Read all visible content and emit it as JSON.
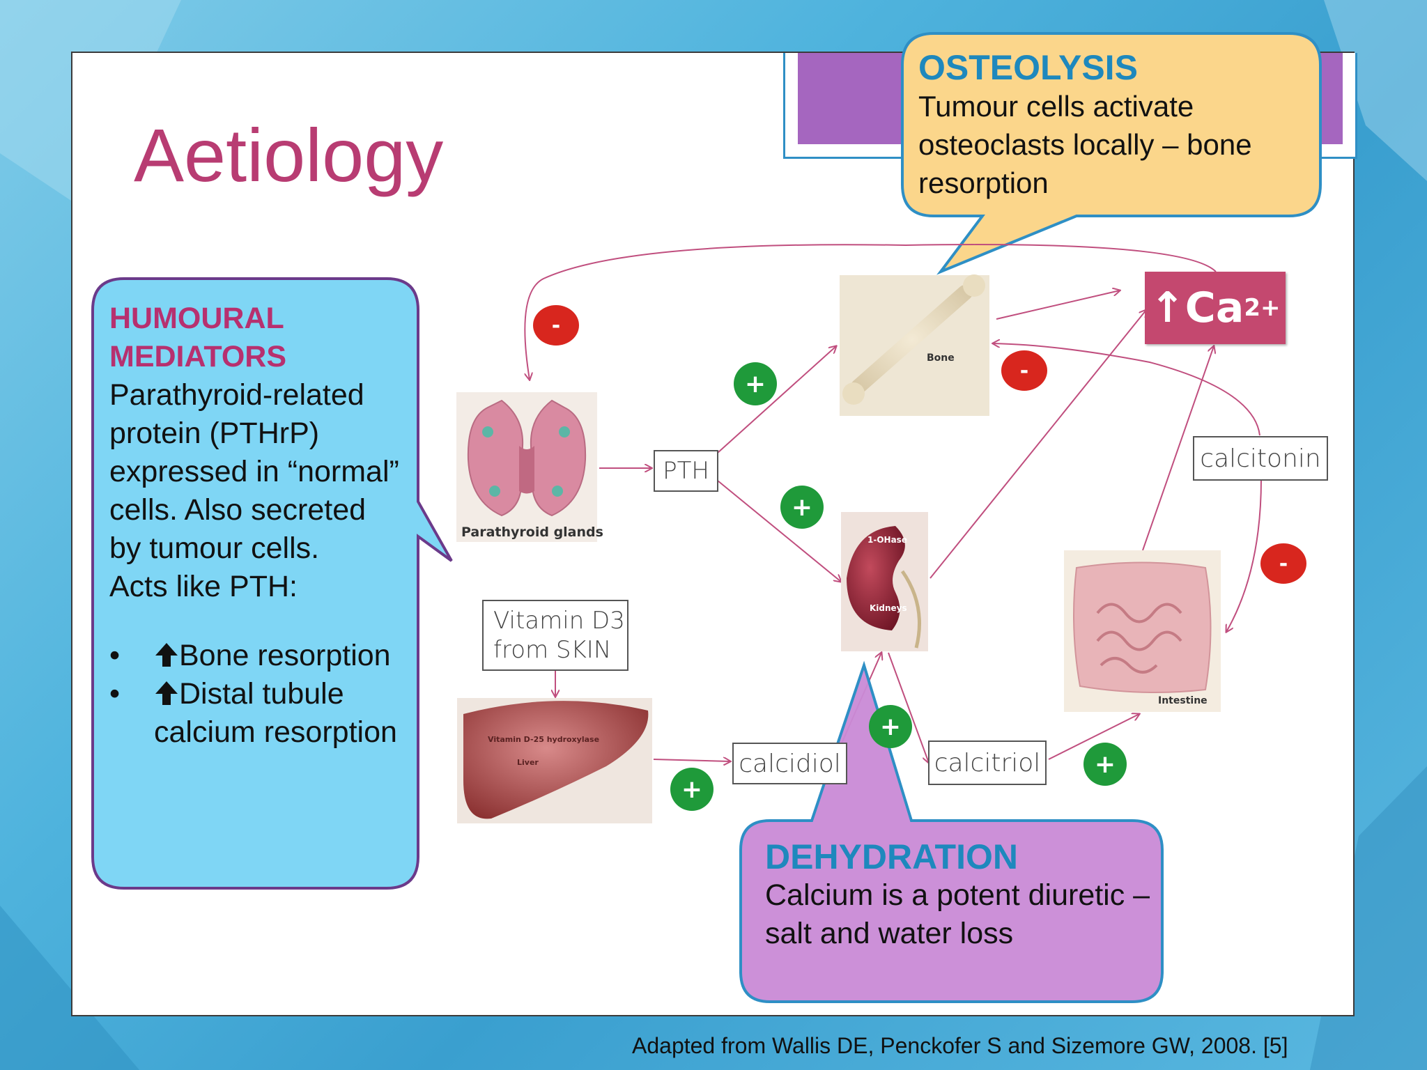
{
  "slide": {
    "title": "Aetiology"
  },
  "humoral": {
    "heading_line1": "HUMOURAL",
    "heading_line2": "MEDIATORS",
    "body": "Parathyroid-related protein (PTHrP) expressed in “normal” cells. Also secreted by tumour cells.",
    "acts_like": "Acts like PTH:",
    "bullets": [
      {
        "bullet": "•",
        "icon": "arrow-up-icon",
        "text": "Bone resorption"
      },
      {
        "bullet": "•",
        "icon": "arrow-up-icon",
        "text": "Distal tubule calcium resorption"
      }
    ]
  },
  "osteolysis": {
    "heading": "OSTEOLYSIS",
    "body": "Tumour cells activate osteoclasts locally – bone resorption"
  },
  "dehydration": {
    "heading": "DEHYDRATION",
    "body": "Calcium is a potent diuretic – salt and water loss"
  },
  "diagram": {
    "pth_label": "PTH",
    "calcitonin_label": "calcitonin",
    "vitd3_line1": "Vitamin D3",
    "vitd3_line2": "from SKIN",
    "calcidiol_label": "calcidiol",
    "calcitriol_label": "calcitriol",
    "ca_arrow": "↑",
    "ca_base": "Ca",
    "ca_charge": "2+",
    "parathyroid_caption": "Parathyroid glands",
    "bone_caption": "Bone",
    "kidney_caption": "Kidneys",
    "kidney_enzyme": "1-OHase",
    "liver_caption": "Liver",
    "liver_enzyme": "Vitamin D-25 hydroxylase",
    "intestine_caption": "Intestine",
    "plus_symbol": "+",
    "minus_symbol": "-"
  },
  "colors": {
    "title": "#b83c72",
    "humoral_bubble": "#7fd6f5",
    "osteolysis_bubble": "#fbd68b",
    "dehydration_bubble": "#c98ad6",
    "callout_heading_blue": "#1e88bd",
    "ca_box": "#c4486f",
    "arrow": "#c04e7e",
    "plus_badge": "#1f9a3a",
    "minus_badge": "#d8261e"
  },
  "citation": "Adapted from Wallis DE, Penckofer S and Sizemore GW, 2008. [5]"
}
